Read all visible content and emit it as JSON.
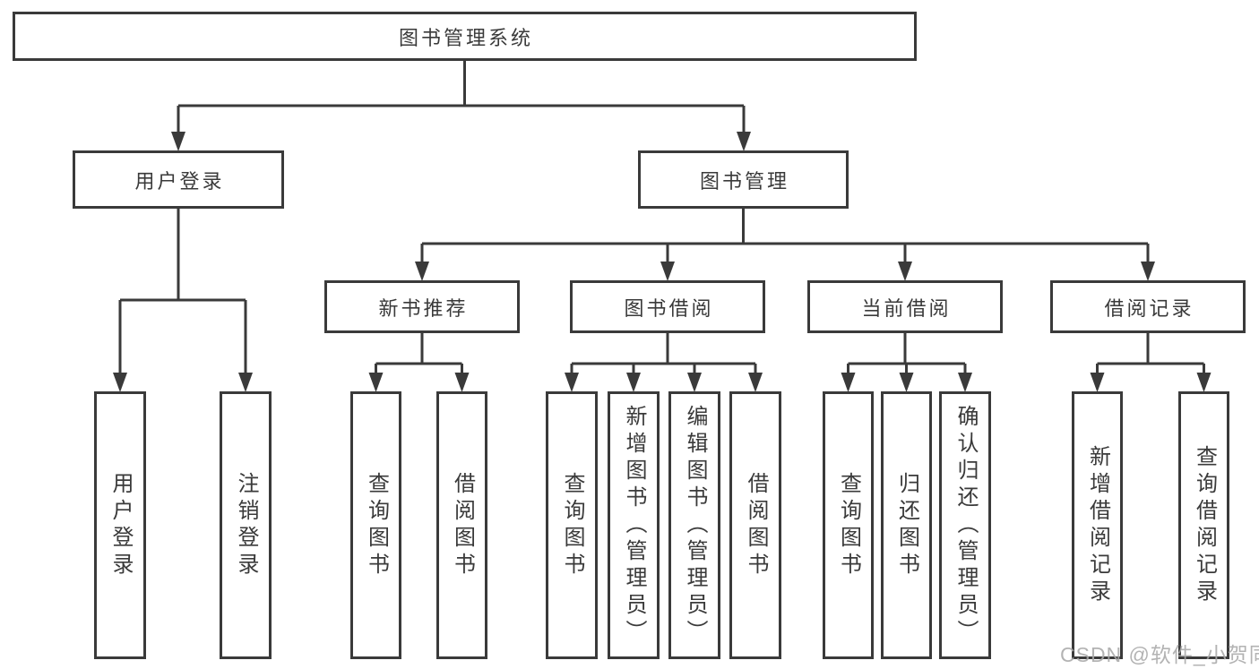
{
  "diagram": {
    "colors": {
      "line": "#3a3a3a",
      "box_border": "#3a3a3a",
      "text": "#3a3a3a",
      "watermark": "#a9a9a9",
      "background": "#ffffff"
    },
    "tree": {
      "label": "图书管理系统",
      "children": [
        {
          "label": "用户登录",
          "children": [
            {
              "label": "用户登录"
            },
            {
              "label": "注销登录"
            }
          ]
        },
        {
          "label": "图书管理",
          "children": [
            {
              "label": "新书推荐",
              "children": [
                {
                  "label": "查询图书"
                },
                {
                  "label": "借阅图书"
                }
              ]
            },
            {
              "label": "图书借阅",
              "children": [
                {
                  "label": "查询图书"
                },
                {
                  "label": "新增图书（管理员）"
                },
                {
                  "label": "编辑图书（管理员）"
                },
                {
                  "label": "借阅图书"
                }
              ]
            },
            {
              "label": "当前借阅",
              "children": [
                {
                  "label": "查询图书"
                },
                {
                  "label": "归还图书"
                },
                {
                  "label": "确认归还（管理员）"
                }
              ]
            },
            {
              "label": "借阅记录",
              "children": [
                {
                  "label": "新增借阅记录"
                },
                {
                  "label": "查询借阅记录"
                }
              ]
            }
          ]
        }
      ]
    },
    "watermark": "CSDN @软件_小贺同学"
  }
}
